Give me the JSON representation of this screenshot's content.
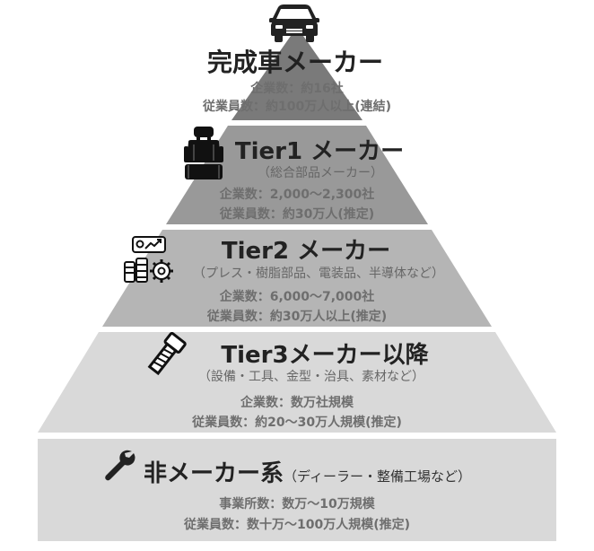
{
  "tiers": [
    {
      "title": "完成車メーカー",
      "subtitle": "",
      "stat1": "企業数：約16社",
      "stat2": "従業員数：約100万人以上(連結)",
      "icon": "car-icon"
    },
    {
      "title": "Tier1 メーカー",
      "subtitle": "（総合部品メーカー）",
      "stat1": "企業数：2,000〜2,300社",
      "stat2": "従業員数：約30万人(推定)",
      "icon": "car-seat-icon"
    },
    {
      "title": "Tier2 メーカー",
      "subtitle": "（プレス・樹脂部品、電装品、半導体など）",
      "stat1": "企業数：6,000〜7,000社",
      "stat2": "従業員数：約30万人以上(推定)",
      "icon": "electronics-parts-icon"
    },
    {
      "title": "Tier3メーカー以降",
      "subtitle": "（設備・工具、金型・治具、素材など）",
      "stat1": "企業数：数万社規模",
      "stat2": "従業員数：約20〜30万人規模(推定)",
      "icon": "bolt-icon"
    },
    {
      "title": "非メーカー系",
      "subtitle": "（ディーラー・整備工場など）",
      "stat1": "事業所数：数万〜10万規模",
      "stat2": "従業員数：数十万〜100万人規模(推定)",
      "icon": "wrench-icon"
    }
  ],
  "colors": {
    "tier1_bg": "#7a7a7a",
    "tier2_bg": "#999999",
    "tier3_bg": "#b5b5b5",
    "tier4_bg": "#d9d9d9",
    "tier5_bg": "#d9d9d9"
  }
}
